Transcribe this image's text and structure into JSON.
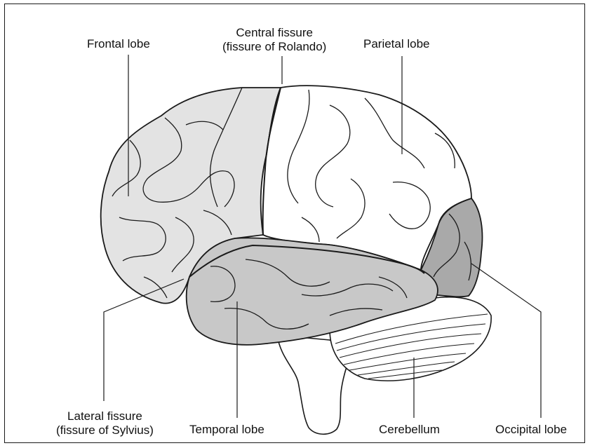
{
  "labels": {
    "frontal_lobe": "Frontal lobe",
    "central_fissure_line1": "Central fissure",
    "central_fissure_line2": "(fissure of Rolando)",
    "parietal_lobe": "Parietal lobe",
    "lateral_fissure_line1": "Lateral fissure",
    "lateral_fissure_line2": "(fissure of Sylvius)",
    "temporal_lobe": "Temporal lobe",
    "cerebellum": "Cerebellum",
    "occipital_lobe": "Occipital lobe"
  },
  "colors": {
    "frontal": "#e3e3e3",
    "parietal": "#ffffff",
    "temporal": "#c8c8c8",
    "occipital": "#a9a9a9",
    "cerebellum": "#ffffff",
    "brainstem": "#ffffff",
    "outline": "#1a1a1a",
    "sulcus_shadow": "#9e9e9e"
  }
}
